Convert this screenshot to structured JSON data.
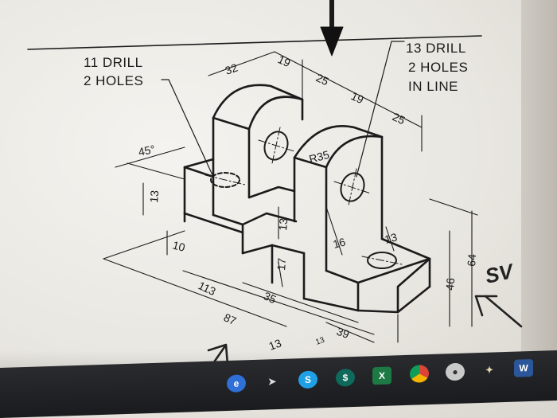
{
  "notes": {
    "left_line1": "11 DRILL",
    "left_line2": "2 HOLES",
    "right_line1": "13 DRILL",
    "right_line2": "2 HOLES",
    "right_line3": "IN LINE"
  },
  "dimensions": {
    "d32": "32",
    "d19a": "19",
    "d25a": "25",
    "d19b": "19",
    "d25b": "25",
    "d45": "45°",
    "d13a": "13",
    "d10": "10",
    "d113": "113",
    "d35": "35",
    "d87": "87",
    "d13b": "13",
    "d13c": "13",
    "d17": "17",
    "dR35": "R35",
    "d16": "16",
    "d13d": "13",
    "d46": "46",
    "d64": "64",
    "d39": "39",
    "d13e": "13"
  },
  "handwritten": {
    "sv": "SV"
  },
  "taskbar": {
    "icons": [
      "edge-icon",
      "app-icon",
      "skype-icon",
      "store-icon",
      "excel-icon",
      "chrome-icon",
      "mouse-icon",
      "bird-icon",
      "word-icon"
    ]
  },
  "colors": {
    "paper": "#eceae4",
    "ink": "#1b1b1b",
    "taskbar": "#1f2023"
  }
}
